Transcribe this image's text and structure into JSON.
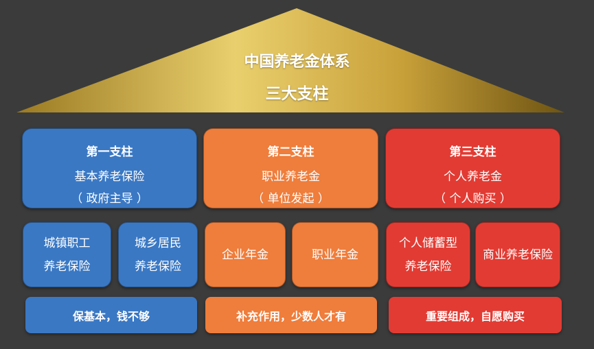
{
  "roof": {
    "title": "中国养老金体系",
    "subtitle": "三大支柱",
    "gradient": [
      "#9b7a22",
      "#e9cf6d",
      "#c9a13a",
      "#6e5412"
    ]
  },
  "colors": {
    "background": "#3b3b3b",
    "blue": "#3a78c4",
    "orange": "#ef7d3b",
    "red": "#e23b33"
  },
  "pillars": [
    {
      "title": "第一支柱",
      "name": "基本养老保险",
      "note": "（ 政府主导 ）"
    },
    {
      "title": "第二支柱",
      "name": "职业养老金",
      "note": "（ 单位发起 ）"
    },
    {
      "title": "第三支柱",
      "name": "个人养老金",
      "note": "（ 个人购买 ）"
    }
  ],
  "sub_items": [
    {
      "line1": "城镇职工",
      "line2": "养老保险"
    },
    {
      "line1": "城乡居民",
      "line2": "养老保险"
    },
    {
      "line1": "企业年金",
      "line2": ""
    },
    {
      "line1": "职业年金",
      "line2": ""
    },
    {
      "line1": "个人储蓄型",
      "line2": "养老保险"
    },
    {
      "line1": "商业养老保险",
      "line2": ""
    }
  ],
  "bases": [
    {
      "label": "保基本，钱不够"
    },
    {
      "label": "补充作用，少数人才有"
    },
    {
      "label": "重要组成，自愿购买"
    }
  ]
}
